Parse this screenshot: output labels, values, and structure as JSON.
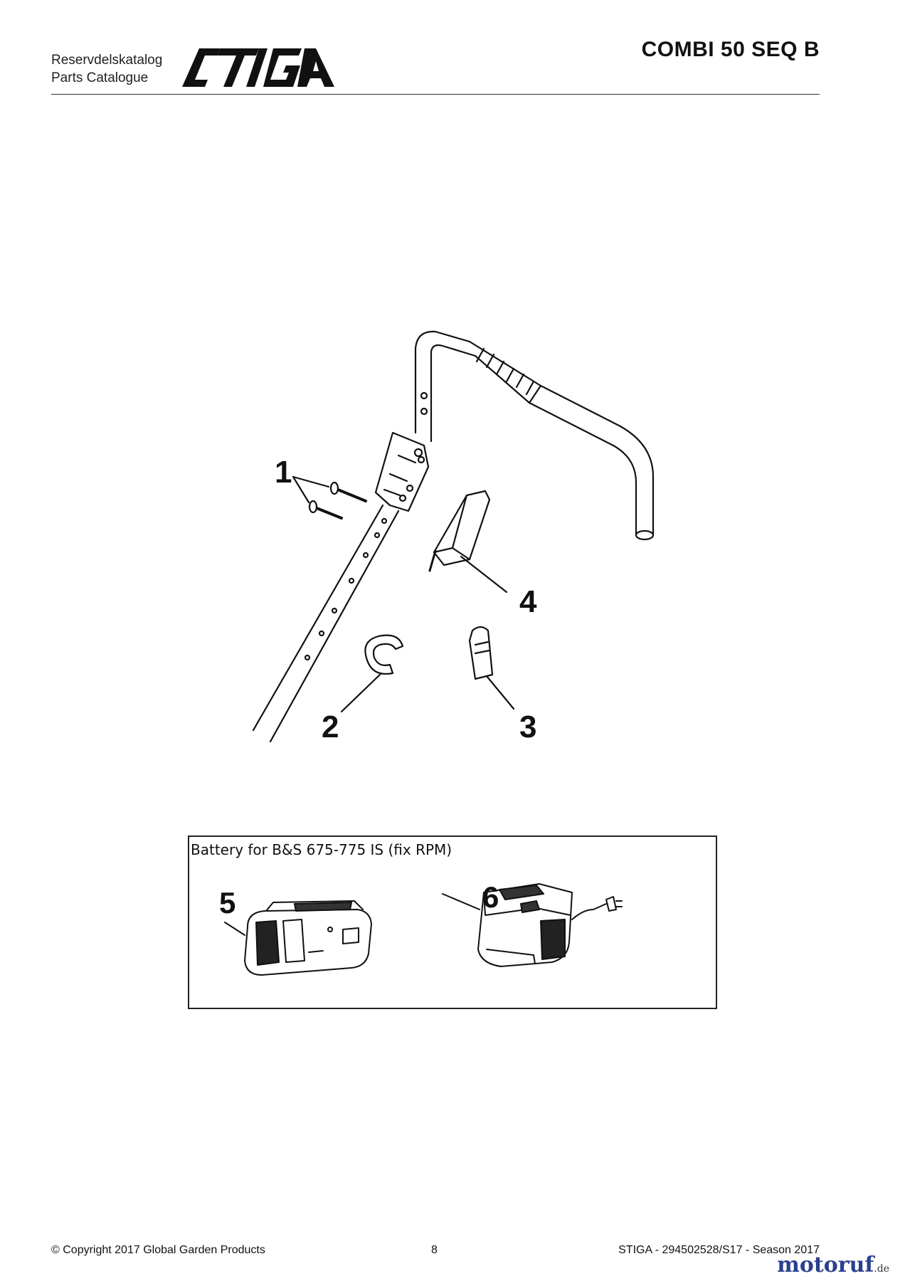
{
  "header": {
    "catalogue_line1": "Reservdelskatalog",
    "catalogue_line2": "Parts Catalogue",
    "brand_logo_text": "STIGA",
    "model": "COMBI 50 SEQ B"
  },
  "diagram": {
    "callouts": [
      "1",
      "2",
      "3",
      "4"
    ]
  },
  "battery_section": {
    "title": "Battery for B&S 675-775 IS (fix RPM)",
    "callouts": [
      "5",
      "6"
    ]
  },
  "footer": {
    "copyright": "© Copyright 2017 Global Garden Products",
    "page_number": "8",
    "document_ref": "STIGA - 294502528/S17 - Season 2017"
  },
  "watermark": {
    "name": "motoruf",
    "domain": ".de"
  }
}
